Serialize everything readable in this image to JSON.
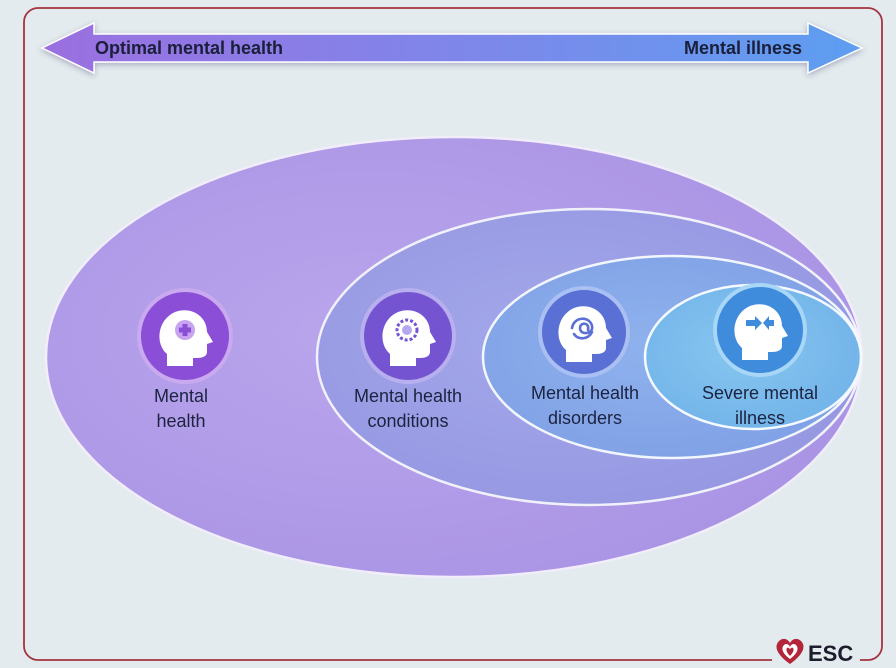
{
  "spectrum": {
    "left_label": "Optimal mental health",
    "right_label": "Mental illness"
  },
  "nodes": [
    {
      "id": "mental-health",
      "line1": "Mental",
      "line2": "health",
      "icon": "head-plus-icon"
    },
    {
      "id": "conditions",
      "line1": "Mental health",
      "line2": "conditions",
      "icon": "head-gear-icon"
    },
    {
      "id": "disorders",
      "line1": "Mental health",
      "line2": "disorders",
      "icon": "head-tangle-icon"
    },
    {
      "id": "severe",
      "line1": "Severe mental",
      "line2": "illness",
      "icon": "head-arrows-icon"
    }
  ],
  "logo": {
    "text": "ESC"
  },
  "colors": {
    "background": "#e3ebee",
    "frame": "#a4343f",
    "ellipse_outer": "#b29ee8",
    "ellipse_2": "#9d9ee6",
    "ellipse_3": "#86a6e8",
    "ellipse_4": "#78b8ea",
    "arrow_start": "#9a6fe0",
    "arrow_end": "#5d9ef0"
  }
}
